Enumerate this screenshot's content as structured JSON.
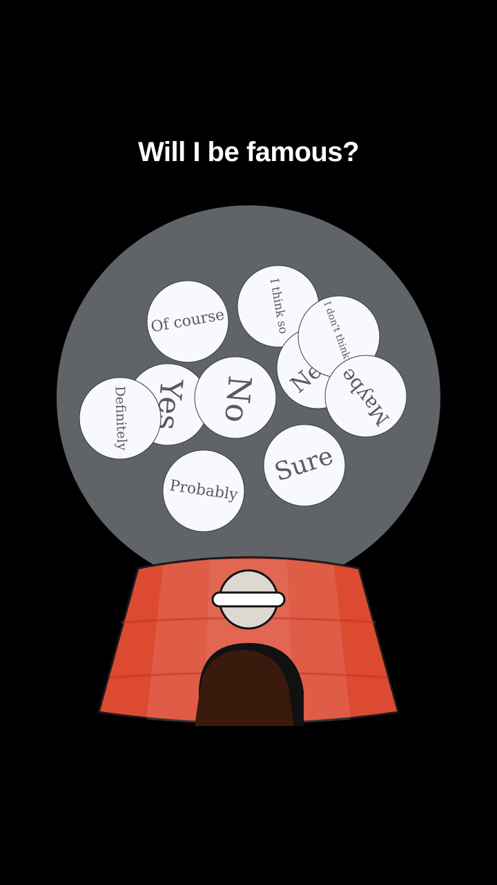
{
  "question": "Will I be famous?",
  "colors": {
    "background": "#000000",
    "globe": "#606367",
    "ball": "#f7f9fc",
    "ball_stroke": "#3a3a3a",
    "ball_text": "#5b5b5e",
    "base": "#dc4a32",
    "knob": "#ddd8d2",
    "chute": "#3a1a0c"
  },
  "balls": [
    {
      "label": "Of course"
    },
    {
      "label": "I think so"
    },
    {
      "label": "Ne"
    },
    {
      "label": "I don't think so"
    },
    {
      "label": "Yes"
    },
    {
      "label": "Definitely"
    },
    {
      "label": "No"
    },
    {
      "label": "Maybe"
    },
    {
      "label": "Sure"
    },
    {
      "label": "Probably"
    }
  ]
}
